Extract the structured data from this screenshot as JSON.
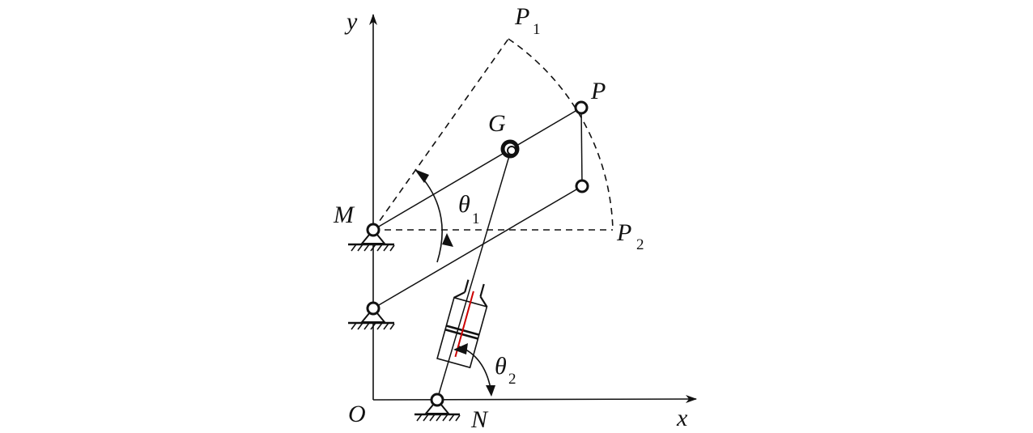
{
  "labels": {
    "y_axis": "y",
    "x_axis": "x",
    "origin": "O",
    "point_M": "M",
    "point_N": "N",
    "point_G": "G",
    "point_P": "P",
    "point_P1": "P",
    "point_P1_sub": "1",
    "point_P2": "P",
    "point_P2_sub": "2",
    "theta1": "θ",
    "theta1_sub": "1",
    "theta2": "θ",
    "theta2_sub": "2"
  },
  "colors": {
    "line": "#111111",
    "cylinder_rod": "#cc0000",
    "background": "#ffffff"
  }
}
